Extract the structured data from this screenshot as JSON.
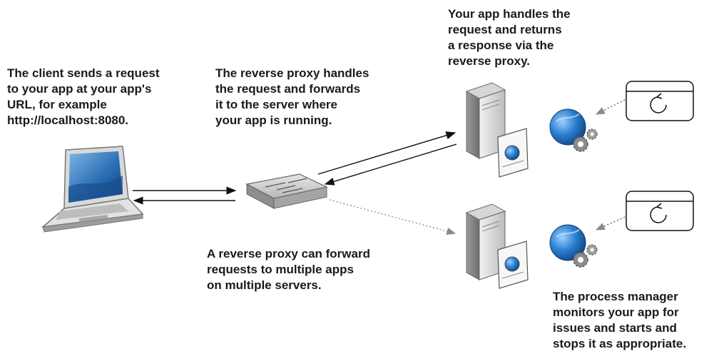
{
  "captions": {
    "client": "The client sends a request\nto your app at your app's\nURL, for example\nhttp://localhost:8080.",
    "reverse_proxy": "The reverse proxy handles\nthe request and forwards\nit to the server where\nyour app is running.",
    "app": "Your app handles the\nrequest and returns\na response via the\nreverse proxy.",
    "multi_apps": "A reverse proxy can forward\nrequests to multiple apps\non multiple servers.",
    "process_manager": "The process manager\nmonitors your app for\nissues and starts and\nstops it as appropriate."
  },
  "icons": {
    "client": "laptop-icon",
    "proxy": "reverse-proxy-switch-icon",
    "server": "server-icon",
    "app": "app-globe-gears-icon",
    "process_manager": "process-manager-window-icon"
  },
  "colors": {
    "text": "#1a1a1a",
    "screen_blue": "#2a6fb5",
    "globe_blue": "#1f6fc0",
    "arrow": "#111111",
    "dotted_arrow": "#888888"
  }
}
